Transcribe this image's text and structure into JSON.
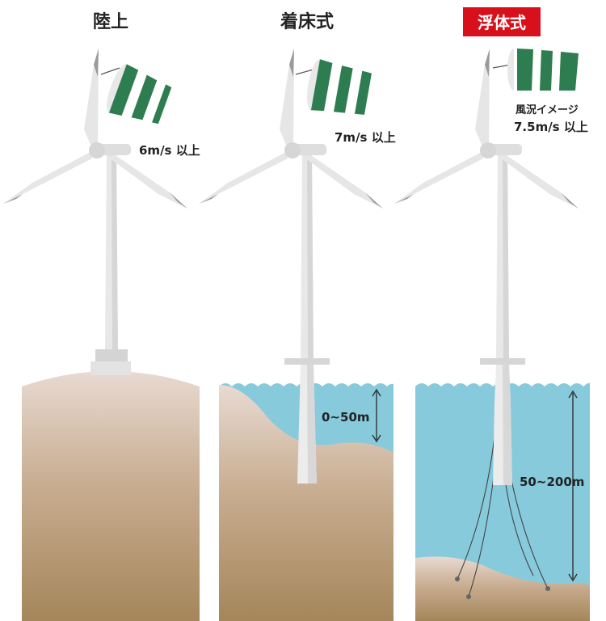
{
  "colors": {
    "soil_top": "#e6d6cc",
    "soil_bottom": "#a88a5e",
    "water": "#86cadc",
    "tower": "#e7e7e7",
    "tower_shade": "#d2d2d2",
    "sock_green": "#2e7d50",
    "badge_red": "#d8101c",
    "arrow": "#333333"
  },
  "panels": [
    {
      "title": "陸上",
      "title_highlighted": false,
      "wind_speed": "6m/s 以上"
    },
    {
      "title": "着床式",
      "title_highlighted": false,
      "wind_speed": "7m/s 以上",
      "depth_range": "0~50m"
    },
    {
      "title": "浮体式",
      "title_highlighted": true,
      "wind_note": "風況イメージ",
      "wind_speed": "7.5m/s 以上",
      "depth_range": "50~200m"
    }
  ]
}
